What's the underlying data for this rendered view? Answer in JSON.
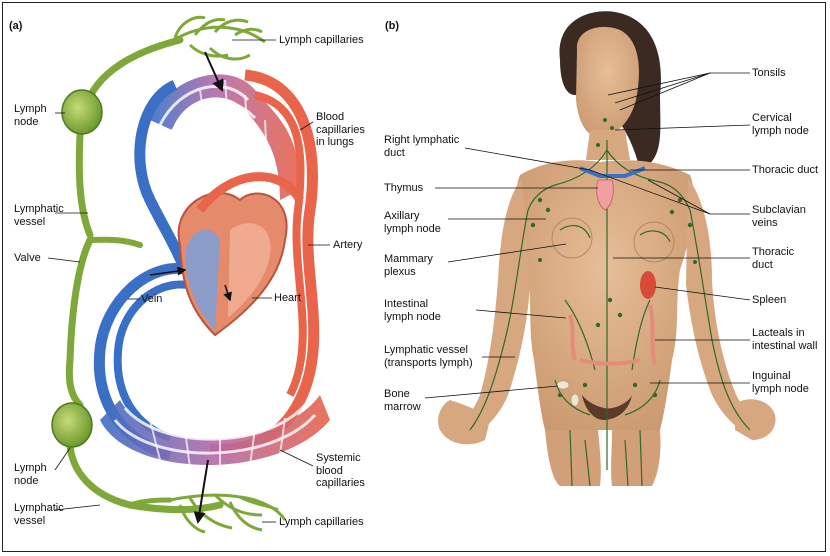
{
  "figure": {
    "panels": [
      "(a)",
      "(b)"
    ],
    "panel_a_labels": {
      "lymph_capillaries_top": "Lymph capillaries",
      "lymph_node_top": "Lymph\nnode",
      "blood_capillaries_lungs": "Blood\ncapillaries\nin lungs",
      "lymphatic_vessel_top": "Lymphatic\nvessel",
      "valve": "Valve",
      "artery": "Artery",
      "vein": "Vein",
      "heart": "Heart",
      "systemic_blood_capillaries": "Systemic\nblood\ncapillaries",
      "lymph_node_bottom": "Lymph\nnode",
      "lymphatic_vessel_bottom": "Lymphatic\nvessel",
      "lymph_capillaries_bottom": "Lymph capillaries"
    },
    "panel_b_left_labels": {
      "right_lymphatic_duct": "Right lymphatic\nduct",
      "thymus": "Thymus",
      "axillary_lymph_node": "Axillary\nlymph node",
      "mammary_plexus": "Mammary\nplexus",
      "intestinal_lymph_node": "Intestinal\nlymph node",
      "lymphatic_vessel_transports": "Lymphatic vessel\n(transports lymph)",
      "bone_marrow": "Bone\nmarrow"
    },
    "panel_b_right_labels": {
      "tonsils": "Tonsils",
      "cervical_lymph_node": "Cervical\nlymph node",
      "thoracic_duct_upper": "Thoracic duct",
      "subclavian_veins": "Subclavian\nveins",
      "thoracic_duct_lower": "Thoracic\nduct",
      "spleen": "Spleen",
      "lacteals": "Lacteals in\nintestinal wall",
      "inguinal_lymph_node": "Inguinal\nlymph node"
    },
    "colors": {
      "lymph_green": "#7fa83a",
      "lymph_dark": "#3f6b1c",
      "artery_red": "#e8644a",
      "vein_blue": "#3a6fc6",
      "capillary_pink": "#b46aa8",
      "skin": "#dcb08a",
      "skin_shadow": "#c48d63",
      "hair": "#3b2a22",
      "lymph_vessel_body": "#2f6a2a"
    }
  }
}
